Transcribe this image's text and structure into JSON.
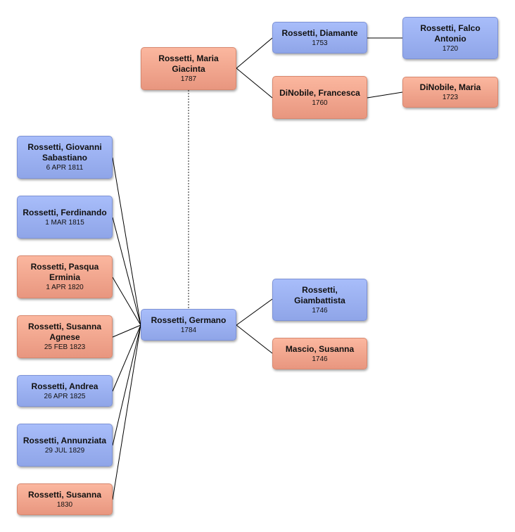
{
  "focus": {
    "name": "Rossetti, Germano",
    "date": "1784"
  },
  "spouse": {
    "name": "Rossetti, Maria Giacinta",
    "date": "1787"
  },
  "germano_parents": [
    {
      "name": "Rossetti, Giambattista",
      "date": "1746"
    },
    {
      "name": "Mascio, Susanna",
      "date": "1746"
    }
  ],
  "spouse_parents": [
    {
      "name": "Rossetti, Diamante",
      "date": "1753"
    },
    {
      "name": "DiNobile, Francesca",
      "date": "1760"
    }
  ],
  "spouse_grandparents": [
    {
      "name": "Rossetti, Falco Antonio",
      "date": "1720"
    },
    {
      "name": "DiNobile, Maria",
      "date": "1723"
    }
  ],
  "children": [
    {
      "name": "Rossetti, Giovanni Sabastiano",
      "date": "6 APR 1811"
    },
    {
      "name": "Rossetti, Ferdinando",
      "date": "1 MAR 1815"
    },
    {
      "name": "Rossetti, Pasqua Erminia",
      "date": "1 APR 1820"
    },
    {
      "name": "Rossetti, Susanna Agnese",
      "date": "25 FEB 1823"
    },
    {
      "name": "Rossetti, Andrea",
      "date": "26 APR 1825"
    },
    {
      "name": "Rossetti, Annunziata",
      "date": "29 JUL 1829"
    },
    {
      "name": "Rossetti, Susanna",
      "date": "1830"
    }
  ],
  "colors": {
    "male": "#9db2f2",
    "female": "#f3a58c",
    "line": "#000000"
  }
}
